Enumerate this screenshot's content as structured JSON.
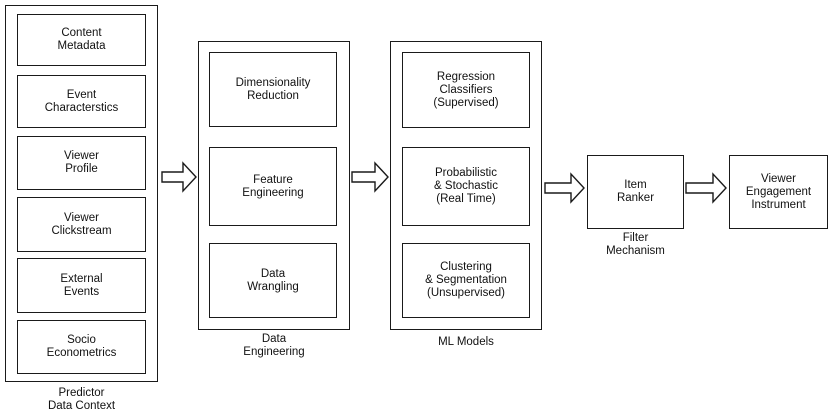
{
  "columns": [
    {
      "caption": "Predictor\nData Context",
      "boxes": [
        "Content\nMetadata",
        "Event\nCharacterstics",
        "Viewer\nProfile",
        "Viewer\nClickstream",
        "External\nEvents",
        "Socio\nEconometrics"
      ]
    },
    {
      "caption": "Data\nEngineering",
      "boxes": [
        "Dimensionality\nReduction",
        "Feature\nEngineering",
        "Data\nWrangling"
      ]
    },
    {
      "caption": "ML Models",
      "boxes": [
        "Regression\nClassifiers\n(Supervised)",
        "Probabilistic\n& Stochastic\n(Real Time)",
        "Clustering\n& Segmentation\n(Unsupervised)"
      ]
    }
  ],
  "filter": {
    "box": "Item\nRanker",
    "caption": "Filter\nMechanism"
  },
  "output": {
    "box": "Viewer\nEngagement\nInstrument"
  }
}
